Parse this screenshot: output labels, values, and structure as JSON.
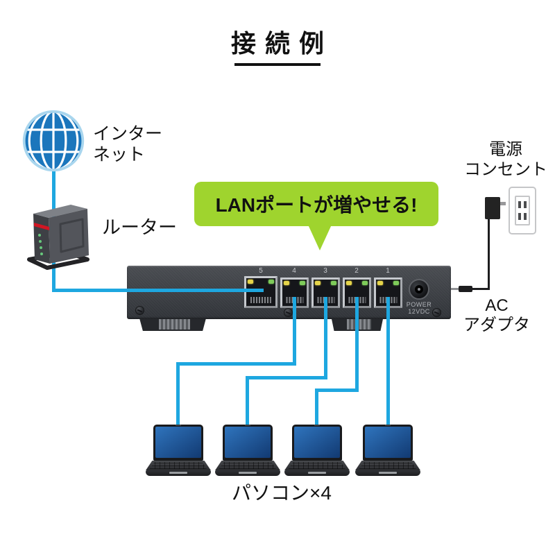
{
  "title": {
    "text": "接続例"
  },
  "internet": {
    "label": "インター\nネット"
  },
  "router": {
    "label": "ルーター"
  },
  "callout": {
    "text": "LANポートが増やせる!"
  },
  "switch": {
    "ports": [
      "5",
      "4",
      "3",
      "2",
      "1"
    ],
    "power_label": "POWER\n12VDC"
  },
  "outlet": {
    "label": "電源\nコンセント"
  },
  "ac_adapter": {
    "label": "AC\nアダプタ"
  },
  "computers": {
    "label": "パソコン×4",
    "count": 4
  },
  "colors": {
    "cable": "#1ea7e0",
    "callout_bg": "#9fd42e",
    "globe_fill": "#1b76bc",
    "globe_ring": "#a9d6ee",
    "led_yellow": "#e5d44a",
    "led_green": "#7ecb5a",
    "router_red": "#d21623",
    "screen_top": "#2f74bd",
    "screen_bottom": "#123a72"
  }
}
